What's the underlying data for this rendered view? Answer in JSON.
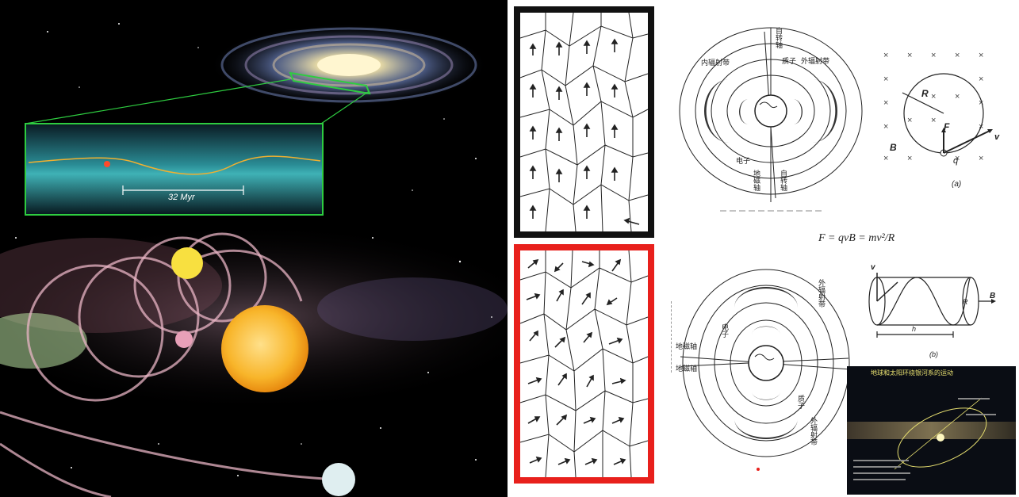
{
  "galaxy_panel": {
    "inset_scale_label": "32 Myr"
  },
  "magnetosphere_top": {
    "labels": {
      "inner_belt": "内辐射带",
      "proton": "质子",
      "outer_belt": "外辐射带",
      "electron": "电子",
      "axis_top": "自转轴",
      "axis_bottom_left": "地磁轴",
      "axis_bottom_right": "自转轴"
    }
  },
  "circular_motion": {
    "radius_label": "R",
    "force_label": "F",
    "velocity_label": "v",
    "field_label": "B",
    "charge_label": "q",
    "caption": "(a)"
  },
  "equation": "F = qvB = mv²/R",
  "magnetosphere_bottom": {
    "labels": {
      "outer_belt_top": "外辐射带",
      "electron": "电子",
      "axis_left_1": "地磁轴",
      "axis_left_2": "地磁轴",
      "proton": "质子",
      "outer_belt_bottom": "外辐射带"
    }
  },
  "helix": {
    "velocity_label": "v",
    "field_label": "B",
    "pitch_label": "h",
    "radius_label": "R",
    "caption": "(b)"
  },
  "solar_photo": {
    "title": "地球和太阳环绕银河系的运动"
  },
  "icons": {
    "galaxy": "spiral-galaxy-illustration",
    "domains": "magnetic-domain-arrows"
  }
}
